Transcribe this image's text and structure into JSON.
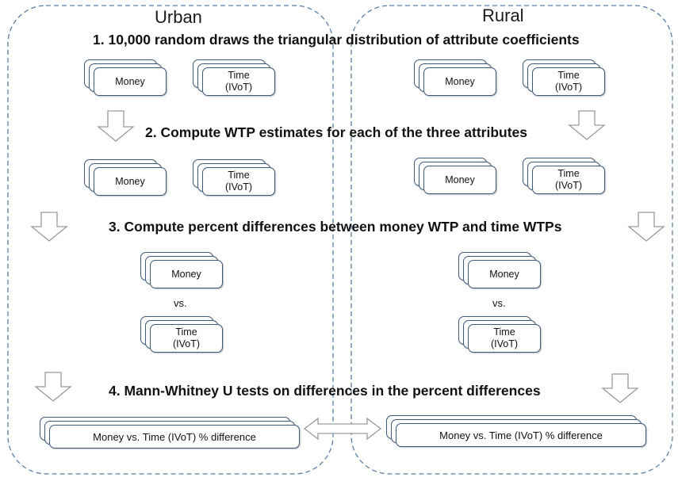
{
  "regions": {
    "urban": "Urban",
    "rural": "Rural"
  },
  "steps": {
    "s1": "1. 10,000 random draws the triangular distribution of attribute coefficients",
    "s2": "2. Compute WTP estimates for each of the three attributes",
    "s3": "3. Compute percent differences between money WTP and time WTPs",
    "s4": "4. Mann-Whitney U tests on differences in the percent differences"
  },
  "cards": {
    "money": "Money",
    "time_line1": "Time",
    "time_line2": "(IVoT)",
    "vs": "vs.",
    "result": "Money vs. Time (IVoT) % difference"
  },
  "colors": {
    "region_border": "#5b7ea1",
    "card_border": "#3d5a78",
    "arrow_stroke": "#9a9a9a"
  },
  "icons": [
    "down-arrow-icon",
    "double-headed-arrow-icon"
  ]
}
